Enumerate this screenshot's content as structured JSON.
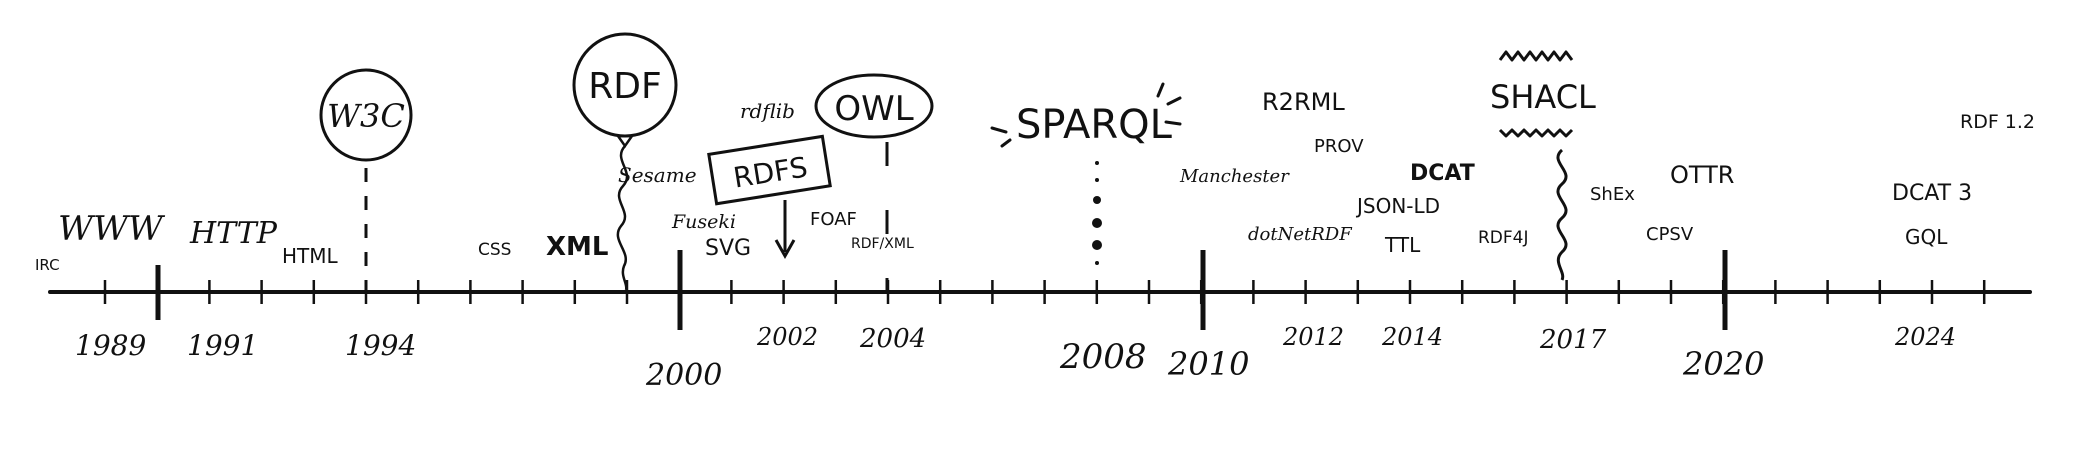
{
  "timeline": {
    "years": {
      "y1989": "1989",
      "y1991": "1991",
      "y1994": "1994",
      "y2000": "2000",
      "y2002": "2002",
      "y2004": "2004",
      "y2008": "2008",
      "y2010": "2010",
      "y2012": "2012",
      "y2014": "2014",
      "y2017": "2017",
      "y2020": "2020",
      "y2024": "2024"
    },
    "labels": {
      "irc": "IRC",
      "www": "WWW",
      "http": "HTTP",
      "html": "HTML",
      "w3c": "W3C",
      "css": "CSS",
      "xml": "XML",
      "rdf": "RDF",
      "sesame": "Sesame",
      "rdflib": "rdflib",
      "owl": "OWL",
      "rdfs": "RDFS",
      "fuseki": "Fuseki",
      "svg": "SVG",
      "foaf": "FOAF",
      "rdfxml": "RDF/XML",
      "sparql": "SPARQL",
      "r2rml": "R2RML",
      "prov": "PROV",
      "manchester": "Manchester",
      "dotnetrdf": "dotNetRDF",
      "dcat": "DCAT",
      "jsonld": "JSON-LD",
      "ttl": "TTL",
      "rdf4j": "RDF4J",
      "shacl": "SHACL",
      "shex": "ShEx",
      "ottr": "OTTR",
      "cpsv": "CPSV",
      "dcat3": "DCAT 3",
      "gql": "GQL",
      "rdf12": "RDF 1.2"
    }
  }
}
